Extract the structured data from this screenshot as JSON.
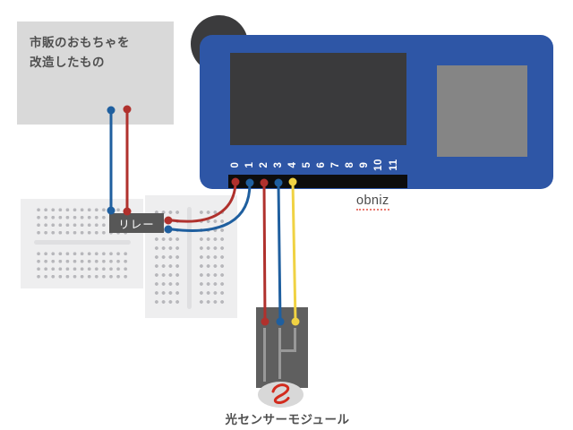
{
  "toy_box": {
    "line1": "市販のおもちゃを",
    "line2": "改造したもの"
  },
  "board": {
    "name": "obniz",
    "pins": [
      "0",
      "1",
      "2",
      "3",
      "4",
      "5",
      "6",
      "7",
      "8",
      "9",
      "10",
      "11"
    ]
  },
  "relay": {
    "label": "リレー"
  },
  "sensor": {
    "label": "光センサーモジュール"
  },
  "colors": {
    "board_blue": "#2e56a6",
    "wire_red": "#b0312d",
    "wire_blue": "#1f5f9f",
    "wire_yellow": "#f0d243",
    "sensor_mark_red": "#d22b1d"
  }
}
